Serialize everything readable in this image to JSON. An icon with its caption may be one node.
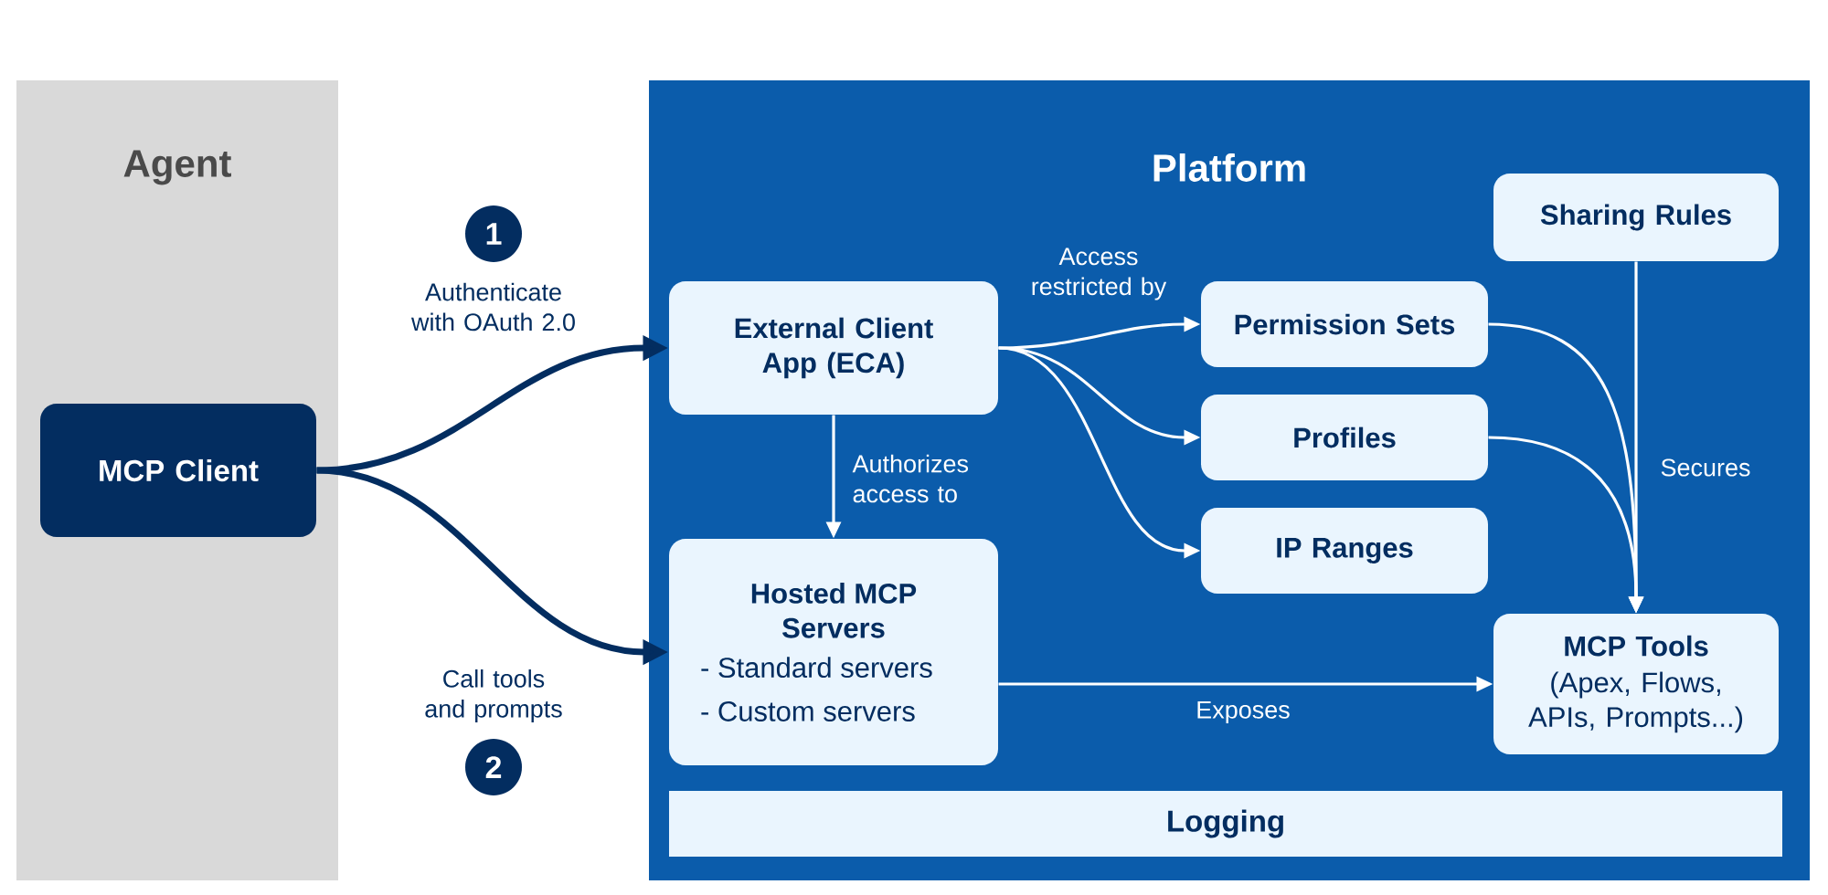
{
  "diagram": {
    "nodes": [
      {
        "text": [
          "Agent"
        ]
      },
      {
        "text": [
          "MCP Client"
        ],
        "in": 0
      },
      {
        "text": [
          "Platform"
        ]
      },
      {
        "text": [
          "External Client App (ECA)"
        ],
        "in": 2
      },
      {
        "text": [
          "Hosted MCP Servers",
          "- Standard servers",
          "- Custom servers"
        ],
        "in": 2
      },
      {
        "text": [
          "Sharing Rules"
        ],
        "in": 2
      },
      {
        "text": [
          "Permission Sets"
        ],
        "in": 2
      },
      {
        "text": [
          "Profiles"
        ],
        "in": 2
      },
      {
        "text": [
          "IP Ranges"
        ],
        "in": 2
      },
      {
        "text": [
          "MCP Tools",
          "(Apex, Flows, APIs, Prompts...)"
        ],
        "in": 2
      },
      {
        "text": [
          "Logging"
        ],
        "in": 2
      }
    ],
    "edges": [
      {
        "from": 1,
        "to": 3,
        "arrow": "to",
        "label": "Authenticate with OAuth 2.0",
        "style": "thick",
        "color": "#032d60"
      },
      {
        "from": 1,
        "to": 4,
        "arrow": "to",
        "label": "Call tools and prompts",
        "style": "thick",
        "color": "#032d60"
      },
      {
        "from": 3,
        "to": 6,
        "arrow": "to",
        "label": "Access restricted by"
      },
      {
        "from": 3,
        "to": 7,
        "arrow": "to"
      },
      {
        "from": 3,
        "to": 8,
        "arrow": "to"
      },
      {
        "from": 3,
        "to": 4,
        "arrow": "to",
        "label": "Authorizes access to"
      },
      {
        "from": 4,
        "to": 9,
        "arrow": "to",
        "label": "Exposes"
      },
      {
        "from": 5,
        "to": 9,
        "arrow": "to",
        "label": "Secures"
      },
      {
        "from": 6,
        "to": 9,
        "arrow": "to"
      },
      {
        "from": 7,
        "to": 9,
        "arrow": "to"
      }
    ],
    "labels": [
      "1",
      "2"
    ]
  }
}
